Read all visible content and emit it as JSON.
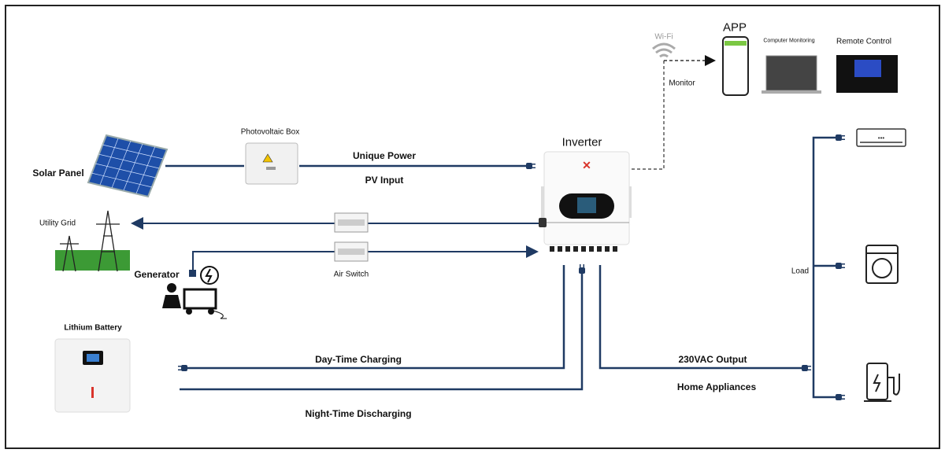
{
  "labels": {
    "solar_panel": "Solar Panel",
    "pv_box": "Photovoltaic Box",
    "unique_power": "Unique Power",
    "pv_input": "PV Input",
    "inverter": "Inverter",
    "utility_grid": "Utility Grid",
    "generator": "Generator",
    "air_switch": "Air Switch",
    "lithium_battery": "Lithium Battery",
    "day_charging": "Day-Time Charging",
    "night_discharging": "Night-Time Discharging",
    "ac_output": "230VAC Output",
    "home_appliances": "Home Appliances",
    "load": "Load",
    "wifi": "Wi-Fi",
    "monitor": "Monitor",
    "app": "APP",
    "computer_monitoring": "Computer Monitoring",
    "remote_control": "Remote Control"
  },
  "colors": {
    "line": "#1f3a63",
    "accent": "#d9342b",
    "frame": "#222222"
  },
  "icons": [
    "solar-panel-icon",
    "pv-box-icon",
    "inverter-icon",
    "power-tower-icon",
    "generator-icon",
    "air-switch-icon",
    "battery-icon",
    "plug-icon",
    "air-conditioner-icon",
    "washing-machine-icon",
    "ev-charger-icon",
    "wifi-icon",
    "smartphone-icon",
    "laptop-icon",
    "remote-control-icon"
  ]
}
